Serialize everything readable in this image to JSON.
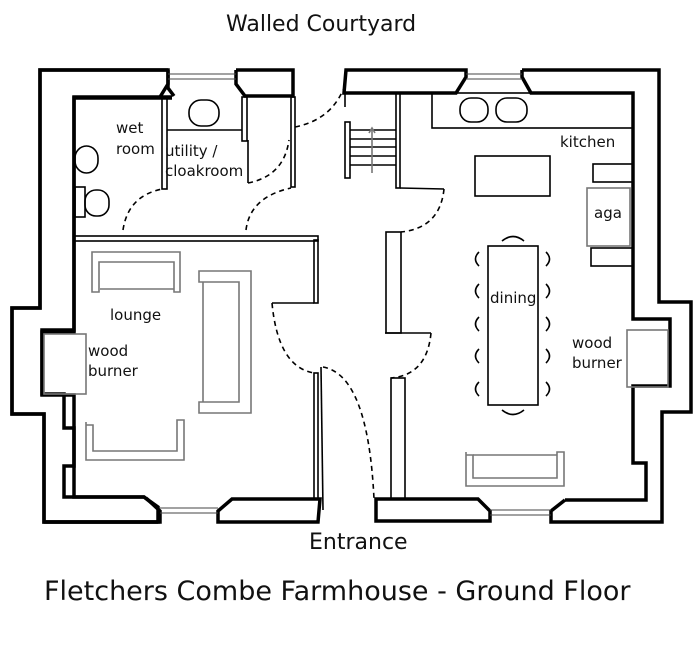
{
  "plan": {
    "title": "Fletchers Combe Farmhouse - Ground Floor",
    "top_label": "Walled Courtyard",
    "bottom_label": "Entrance"
  },
  "rooms": {
    "wet_room": [
      "wet",
      "room"
    ],
    "utility": [
      "utility /",
      "cloakroom"
    ],
    "kitchen": "kitchen",
    "aga": "aga",
    "lounge": "lounge",
    "lounge_burner": [
      "wood",
      "burner"
    ],
    "dining": "dining",
    "dining_burner": [
      "wood",
      "burner"
    ]
  }
}
